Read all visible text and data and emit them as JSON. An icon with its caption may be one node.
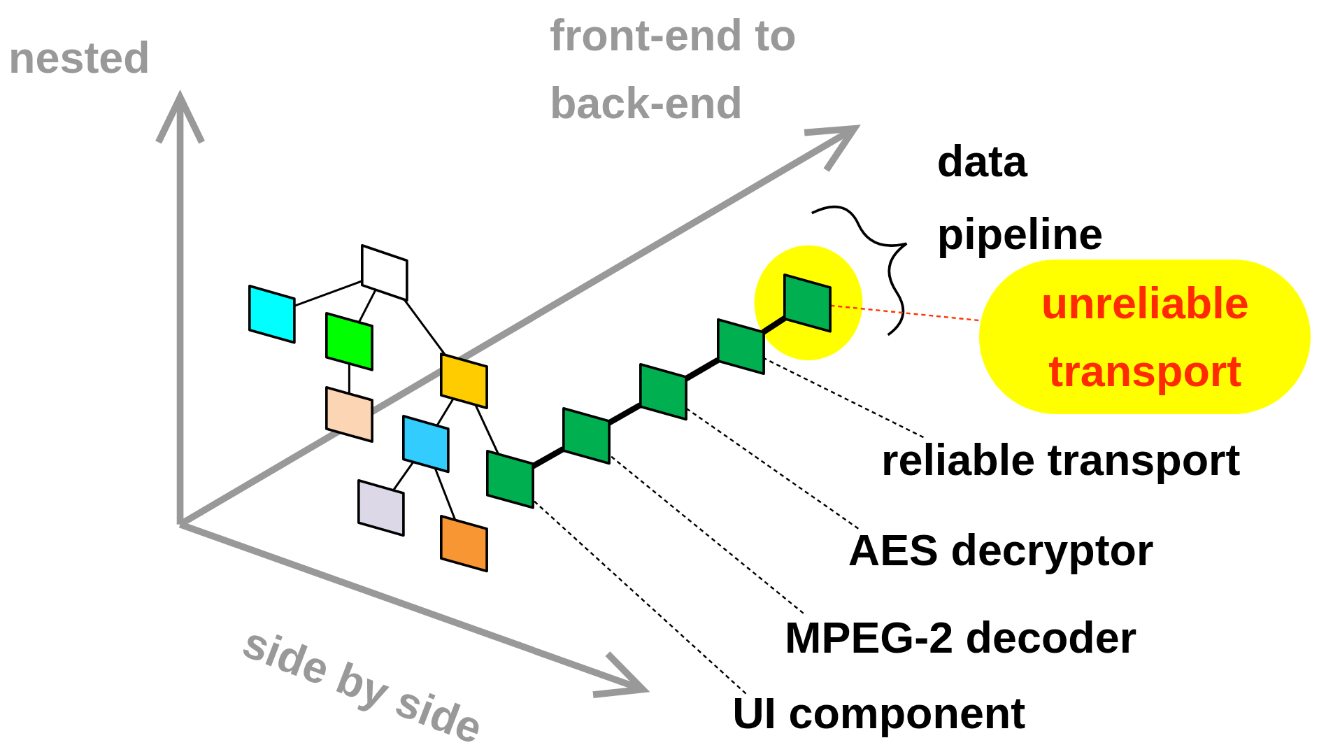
{
  "diagram": {
    "nodes": [
      {
        "text": [],
        "shape": "box"
      },
      {
        "text": [],
        "shape": "box"
      },
      {
        "text": [],
        "shape": "box"
      },
      {
        "text": [],
        "shape": "box"
      },
      {
        "text": [],
        "shape": "box"
      },
      {
        "text": [],
        "shape": "box"
      },
      {
        "text": [],
        "shape": "box"
      },
      {
        "text": [],
        "shape": "box"
      },
      {
        "text": [],
        "shape": "box"
      },
      {
        "text": [],
        "shape": "box"
      },
      {
        "text": [],
        "shape": "box"
      },
      {
        "text": [],
        "shape": "box"
      },
      {
        "text": [],
        "shape": "box"
      },
      {
        "text": [
          "unreliable transport"
        ]
      },
      {
        "text": [
          "reliable transport"
        ]
      },
      {
        "text": [
          "AES decryptor"
        ]
      },
      {
        "text": [
          "MPEG-2 decoder"
        ]
      },
      {
        "text": [
          "UI component"
        ]
      }
    ],
    "edges": [
      {
        "from": 0,
        "to": 1,
        "arrow": "none"
      },
      {
        "from": 0,
        "to": 2,
        "arrow": "none"
      },
      {
        "from": 2,
        "to": 3,
        "arrow": "none"
      },
      {
        "from": 0,
        "to": 4,
        "arrow": "none"
      },
      {
        "from": 4,
        "to": 5,
        "arrow": "none"
      },
      {
        "from": 5,
        "to": 6,
        "arrow": "none"
      },
      {
        "from": 5,
        "to": 7,
        "arrow": "none"
      },
      {
        "from": 4,
        "to": 8,
        "arrow": "none"
      },
      {
        "from": 8,
        "to": 9,
        "arrow": "none",
        "style": "thick"
      },
      {
        "from": 9,
        "to": 10,
        "arrow": "none",
        "style": "thick"
      },
      {
        "from": 10,
        "to": 11,
        "arrow": "none",
        "style": "thick"
      },
      {
        "from": 11,
        "to": 12,
        "arrow": "none",
        "style": "thick"
      },
      {
        "from": 12,
        "to": 13,
        "arrow": "none",
        "style": "dashed",
        "color": "#ff3300"
      },
      {
        "from": 14,
        "to": 11,
        "arrow": "none",
        "style": "dashed"
      },
      {
        "from": 15,
        "to": 10,
        "arrow": "none",
        "style": "dashed"
      },
      {
        "from": 16,
        "to": 9,
        "arrow": "none",
        "style": "dashed"
      },
      {
        "from": 17,
        "to": 8,
        "arrow": "none",
        "style": "dashed"
      }
    ],
    "labels": [
      "nested",
      "front-end to back-end",
      "data pipeline",
      "side by side"
    ]
  }
}
